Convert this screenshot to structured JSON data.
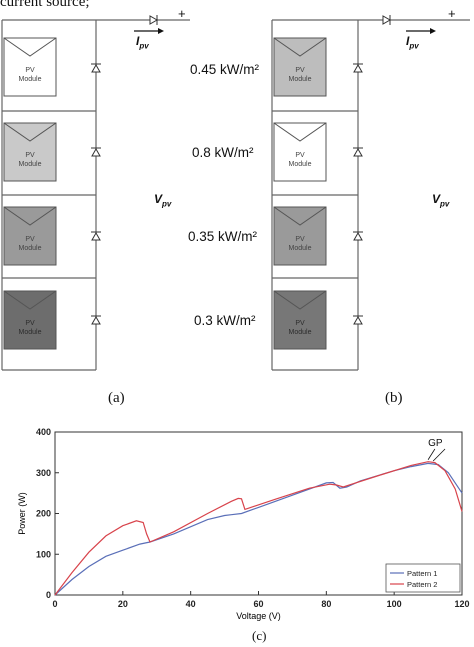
{
  "caption_fragment": "current source;",
  "circuit_a": {
    "subfigure_label": "(a)",
    "module_label_line1": "PV",
    "module_label_line2": "Module",
    "module_shades": [
      "#ffffff",
      "#c9c9c9",
      "#9a9a9a",
      "#6d6d6d"
    ],
    "current_label": "I",
    "current_sub": "pv",
    "voltage_label": "V",
    "voltage_sub": "pv",
    "plus_sign": "+"
  },
  "circuit_b": {
    "subfigure_label": "(b)",
    "module_label_line1": "PV",
    "module_label_line2": "Module",
    "module_shades": [
      "#bdbdbd",
      "#ffffff",
      "#9a9a9a",
      "#777777"
    ],
    "irradiance_labels": [
      "0.45 kW/m²",
      "0.8 kW/m²",
      "0.35 kW/m²",
      "0.3 kW/m²"
    ],
    "current_label": "I",
    "current_sub": "pv",
    "voltage_label": "V",
    "voltage_sub": "pv",
    "plus_sign": "+"
  },
  "chart_subfigure_label": "(c)",
  "chart_data": {
    "type": "line",
    "title": "",
    "xlabel": "Voltage (V)",
    "ylabel": "Power (W)",
    "xlim": [
      0,
      120
    ],
    "ylim": [
      0,
      400
    ],
    "xticks": [
      0,
      20,
      40,
      60,
      80,
      100,
      120
    ],
    "yticks": [
      0,
      100,
      200,
      300,
      400
    ],
    "grid": false,
    "legend_position": "bottom-right",
    "annotation": "GP",
    "series": [
      {
        "name": "Pattern 1",
        "color": "#5a6fb8",
        "x": [
          0,
          5,
          10,
          15,
          20,
          25,
          28,
          35,
          45,
          50,
          52,
          55,
          60,
          70,
          80,
          82,
          84,
          86,
          90,
          100,
          105,
          110,
          113,
          116,
          118,
          120
        ],
        "y": [
          0,
          38,
          70,
          95,
          110,
          125,
          130,
          150,
          185,
          195,
          197,
          200,
          215,
          245,
          275,
          276,
          262,
          265,
          280,
          305,
          315,
          323,
          320,
          300,
          275,
          250
        ]
      },
      {
        "name": "Pattern 2",
        "color": "#d8434b",
        "x": [
          0,
          5,
          10,
          15,
          20,
          24,
          26,
          27,
          28,
          35,
          45,
          52,
          54,
          55,
          56,
          65,
          75,
          81,
          83,
          85,
          86,
          95,
          105,
          110,
          112,
          115,
          118,
          120
        ],
        "y": [
          0,
          55,
          105,
          145,
          170,
          182,
          178,
          150,
          130,
          155,
          200,
          230,
          237,
          236,
          210,
          235,
          262,
          272,
          270,
          265,
          268,
          292,
          318,
          327,
          325,
          305,
          260,
          205
        ]
      }
    ]
  }
}
